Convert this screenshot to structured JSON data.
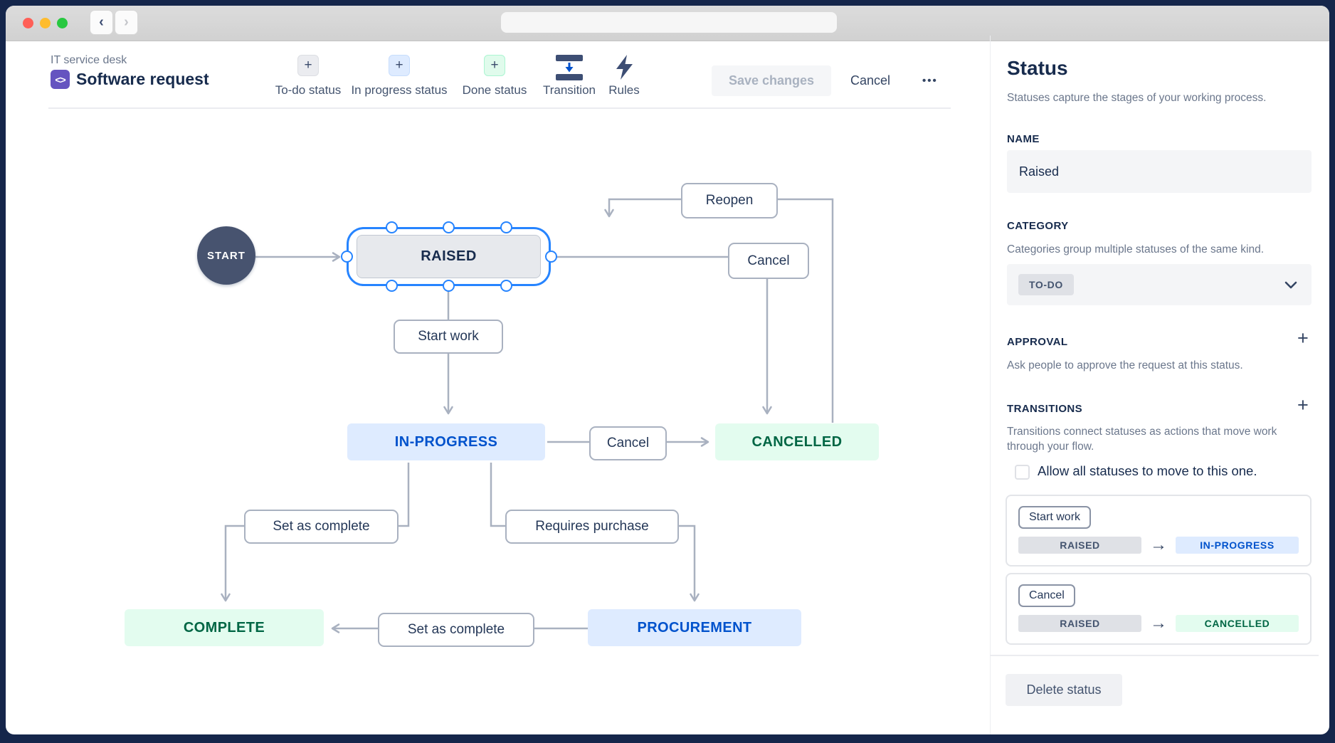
{
  "window": {
    "url_value": ""
  },
  "icons": {
    "plus": "+",
    "back_chevron": "‹",
    "forward_chevron": "›",
    "arrow_right": "→",
    "more_dots": "•••",
    "code_glyph": "<>"
  },
  "header": {
    "breadcrumb": "IT service desk",
    "title": "Software request",
    "tools": [
      {
        "label": "To-do status"
      },
      {
        "label": "In progress status"
      },
      {
        "label": "Done status"
      },
      {
        "label": "Transition"
      },
      {
        "label": "Rules"
      }
    ],
    "save": "Save changes",
    "cancel": "Cancel"
  },
  "diagram": {
    "start": "START",
    "raised": "RAISED",
    "in_progress": "IN-PROGRESS",
    "cancelled": "CANCELLED",
    "complete": "COMPLETE",
    "procurement": "PROCUREMENT",
    "t_reopen": "Reopen",
    "t_cancel_top": "Cancel",
    "t_start_work": "Start work",
    "t_cancel_mid": "Cancel",
    "t_set_complete_left": "Set as complete",
    "t_requires_purchase": "Requires purchase",
    "t_set_complete_bottom": "Set as complete"
  },
  "panel": {
    "title": "Status",
    "subtitle": "Statuses capture the stages of your working process.",
    "name_label": "NAME",
    "name_value": "Raised",
    "category_label": "CATEGORY",
    "category_desc": "Categories group multiple statuses of the same kind.",
    "category_value": "TO-DO",
    "approval_label": "APPROVAL",
    "approval_desc": "Ask people to approve the request at this status.",
    "transitions_label": "TRANSITIONS",
    "transitions_desc": "Transitions connect statuses as actions that move work through your flow.",
    "allow_all_label": "Allow all statuses to move to this one.",
    "transitions": [
      {
        "name": "Start work",
        "from": "RAISED",
        "to": "IN-PROGRESS"
      },
      {
        "name": "Cancel",
        "from": "RAISED",
        "to": "CANCELLED"
      }
    ],
    "delete_label": "Delete status"
  },
  "colors": {
    "selection_blue": "#2684FF",
    "todo_bg": "#DFE1E6",
    "todo_text": "#44546F",
    "inprogress_bg": "#DEEBFF",
    "inprogress_text": "#0052CC",
    "done_bg": "#E3FCEF",
    "done_text": "#006644",
    "connector_gray": "#A9B1C0"
  }
}
